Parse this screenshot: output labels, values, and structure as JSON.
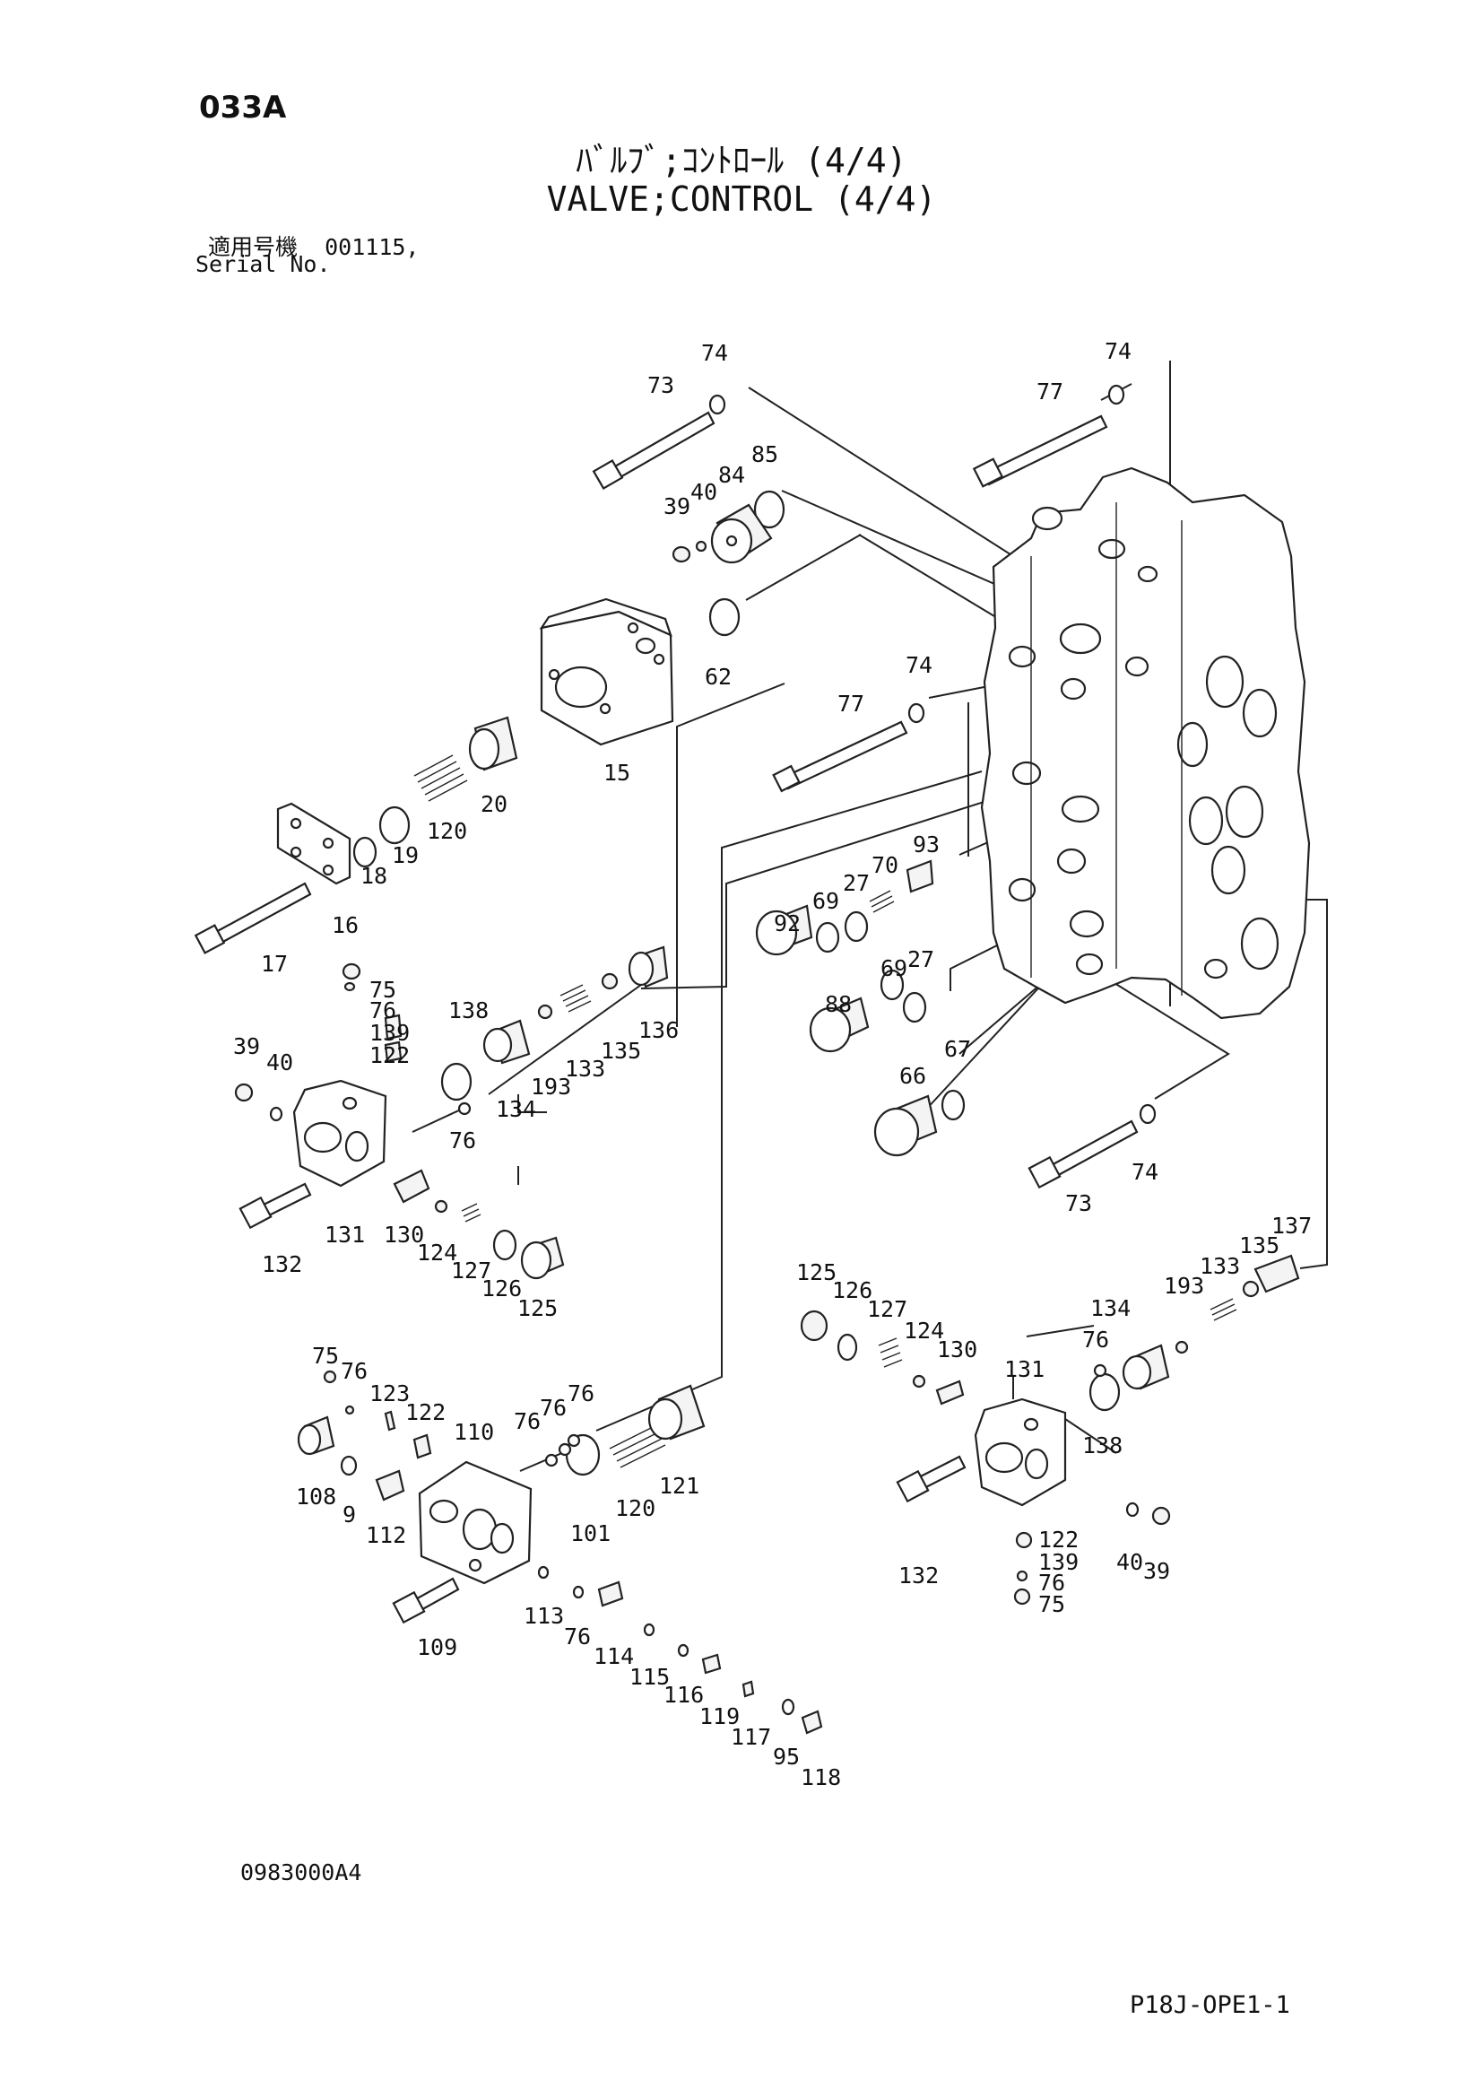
{
  "header": {
    "page_code": "033A",
    "title_jp": "ﾊﾞﾙﾌﾞ;ｺﾝﾄﾛｰﾙ (4/4)",
    "title_en": "VALVE;CONTROL (4/4)",
    "serial_label_jp": "適用号機",
    "serial_value": "001115,",
    "serial_label_en": "Serial No."
  },
  "footer": {
    "doc_code": "0983000A4",
    "page_ref": "P18J-OPE1-1"
  },
  "callouts": [
    {
      "id": "c74a",
      "text": "74"
    },
    {
      "id": "c73a",
      "text": "73"
    },
    {
      "id": "c74b",
      "text": "74"
    },
    {
      "id": "c77a",
      "text": "77"
    },
    {
      "id": "c85",
      "text": "85"
    },
    {
      "id": "c40a",
      "text": "40"
    },
    {
      "id": "c84",
      "text": "84"
    },
    {
      "id": "c39a",
      "text": "39"
    },
    {
      "id": "c62",
      "text": "62"
    },
    {
      "id": "c15",
      "text": "15"
    },
    {
      "id": "c74c",
      "text": "74"
    },
    {
      "id": "c77b",
      "text": "77"
    },
    {
      "id": "c20",
      "text": "20"
    },
    {
      "id": "c120a",
      "text": "120"
    },
    {
      "id": "c19",
      "text": "19"
    },
    {
      "id": "c18",
      "text": "18"
    },
    {
      "id": "c16",
      "text": "16"
    },
    {
      "id": "c17",
      "text": "17"
    },
    {
      "id": "c93",
      "text": "93"
    },
    {
      "id": "c70",
      "text": "70"
    },
    {
      "id": "c27a",
      "text": "27"
    },
    {
      "id": "c69a",
      "text": "69"
    },
    {
      "id": "c92",
      "text": "92"
    },
    {
      "id": "c69b",
      "text": "69"
    },
    {
      "id": "c27b",
      "text": "27"
    },
    {
      "id": "c88",
      "text": "88"
    },
    {
      "id": "c67",
      "text": "67"
    },
    {
      "id": "c66",
      "text": "66"
    },
    {
      "id": "c74d",
      "text": "74"
    },
    {
      "id": "c73b",
      "text": "73"
    },
    {
      "id": "c75a",
      "text": "75"
    },
    {
      "id": "c76a",
      "text": "76"
    },
    {
      "id": "c139a",
      "text": "139"
    },
    {
      "id": "c122a",
      "text": "122"
    },
    {
      "id": "c138a",
      "text": "138"
    },
    {
      "id": "c136",
      "text": "136"
    },
    {
      "id": "c135a",
      "text": "135"
    },
    {
      "id": "c133a",
      "text": "133"
    },
    {
      "id": "c193a",
      "text": "193"
    },
    {
      "id": "c134a",
      "text": "134"
    },
    {
      "id": "c76b",
      "text": "76"
    },
    {
      "id": "c39b",
      "text": "39"
    },
    {
      "id": "c40b",
      "text": "40"
    },
    {
      "id": "c131a",
      "text": "131"
    },
    {
      "id": "c130a",
      "text": "130"
    },
    {
      "id": "c124a",
      "text": "124"
    },
    {
      "id": "c127a",
      "text": "127"
    },
    {
      "id": "c126a",
      "text": "126"
    },
    {
      "id": "c125a",
      "text": "125"
    },
    {
      "id": "c132a",
      "text": "132"
    },
    {
      "id": "c137",
      "text": "137"
    },
    {
      "id": "c135b",
      "text": "135"
    },
    {
      "id": "c133b",
      "text": "133"
    },
    {
      "id": "c193b",
      "text": "193"
    },
    {
      "id": "c134b",
      "text": "134"
    },
    {
      "id": "c125b",
      "text": "125"
    },
    {
      "id": "c126b",
      "text": "126"
    },
    {
      "id": "c127b",
      "text": "127"
    },
    {
      "id": "c124b",
      "text": "124"
    },
    {
      "id": "c130b",
      "text": "130"
    },
    {
      "id": "c131b",
      "text": "131"
    },
    {
      "id": "c76c",
      "text": "76"
    },
    {
      "id": "c138b",
      "text": "138"
    },
    {
      "id": "c122b",
      "text": "122"
    },
    {
      "id": "c139b",
      "text": "139"
    },
    {
      "id": "c76d",
      "text": "76"
    },
    {
      "id": "c75b",
      "text": "75"
    },
    {
      "id": "c40c",
      "text": "40"
    },
    {
      "id": "c39c",
      "text": "39"
    },
    {
      "id": "c132b",
      "text": "132"
    },
    {
      "id": "c75c",
      "text": "75"
    },
    {
      "id": "c76e",
      "text": "76"
    },
    {
      "id": "c123",
      "text": "123"
    },
    {
      "id": "c122c",
      "text": "122"
    },
    {
      "id": "c110",
      "text": "110"
    },
    {
      "id": "c76f",
      "text": "76"
    },
    {
      "id": "c76g",
      "text": "76"
    },
    {
      "id": "c76h",
      "text": "76"
    },
    {
      "id": "c108",
      "text": "108"
    },
    {
      "id": "c9",
      "text": "9"
    },
    {
      "id": "c112",
      "text": "112"
    },
    {
      "id": "c101",
      "text": "101"
    },
    {
      "id": "c120b",
      "text": "120"
    },
    {
      "id": "c121",
      "text": "121"
    },
    {
      "id": "c109",
      "text": "109"
    },
    {
      "id": "c113",
      "text": "113"
    },
    {
      "id": "c76i",
      "text": "76"
    },
    {
      "id": "c114",
      "text": "114"
    },
    {
      "id": "c115",
      "text": "115"
    },
    {
      "id": "c116",
      "text": "116"
    },
    {
      "id": "c119",
      "text": "119"
    },
    {
      "id": "c117",
      "text": "117"
    },
    {
      "id": "c95",
      "text": "95"
    },
    {
      "id": "c118",
      "text": "118"
    }
  ]
}
